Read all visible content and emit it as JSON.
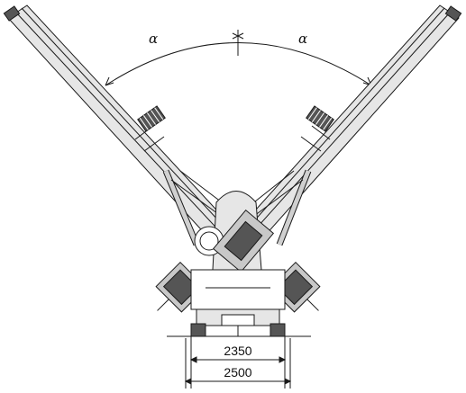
{
  "annotations": {
    "angle_left": "α",
    "angle_right": "α",
    "dim_inner": "2350",
    "dim_outer": "2500"
  },
  "colors": {
    "stroke": "#1a1a1a",
    "fill_light": "#e6e6e6",
    "fill_mid": "#c8c8c8",
    "fill_dark": "#555555"
  }
}
